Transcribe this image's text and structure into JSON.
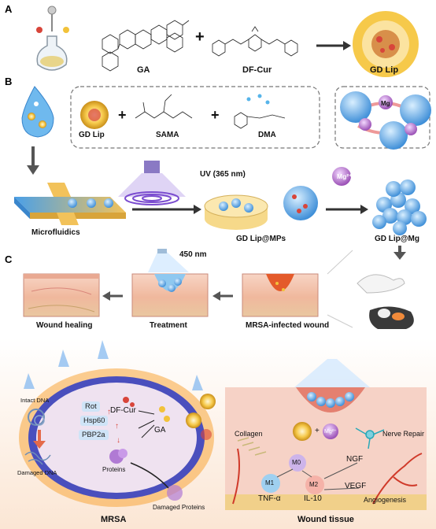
{
  "panels": {
    "a": "A",
    "b": "B",
    "c": "C"
  },
  "section_a": {
    "ga": "GA",
    "dfcur": "DF-Cur",
    "gdlip": "GD Lip",
    "plus": "+"
  },
  "section_b": {
    "gdlip": "GD Lip",
    "sama": "SAMA",
    "dma": "DMA",
    "uv": "UV (365 nm)",
    "microfluidics": "Microfluidics",
    "gdlip_mps": "GD Lip@MPs",
    "mg2": "Mg²⁺",
    "gdlip_mg": "GD Lip@Mg",
    "mg_node": "Mg"
  },
  "section_c": {
    "laser": "450 nm",
    "healing": "Wound healing",
    "treatment": "Treatment",
    "infected": "MRSA-infected wound"
  },
  "mrsa": {
    "title": "MRSA",
    "rot": "Rot",
    "hsp60": "Hsp60",
    "pbp2a": "PBP2a",
    "dfcur": "DF-Cur",
    "ga": "GA",
    "intact_dna": "Intact DNA",
    "damaged_dna": "Damaged DNA",
    "proteins": "Proteins",
    "damaged_proteins": "Damaged Proteins"
  },
  "wound": {
    "title": "Wound tissue",
    "collagen": "Collagen",
    "mg": "Mg²⁺",
    "m0": "M0",
    "m1": "M1",
    "m2": "M2",
    "tnf": "TNF-α",
    "il10": "IL-10",
    "ngf": "NGF",
    "vegf": "VEGF",
    "nerve": "Nerve Repair",
    "angio": "Angiogenesis"
  },
  "colors": {
    "lip_yellow": "#f2c23a",
    "lip_red": "#d8453a",
    "gel_blue": "#5aa8e6",
    "mg_purple": "#b06bc4",
    "skin_pink": "#f3c4b5",
    "dashed_box": "#777777"
  }
}
